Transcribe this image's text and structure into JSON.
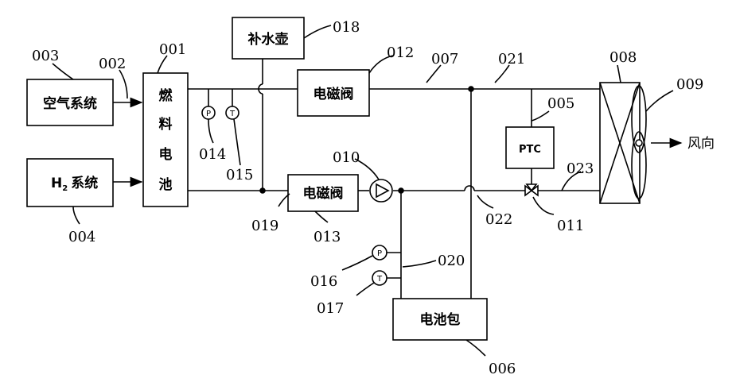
{
  "boxes": {
    "air_system": "空气系统",
    "h2_system_main": "H",
    "h2_system_sub": "2",
    "h2_system_tail": "系统",
    "fuel_cell": [
      "燃",
      "料",
      "电",
      "池"
    ],
    "water_pot": "补水壶",
    "solenoid_valve_012": "电磁阀",
    "solenoid_valve_013": "电磁阀",
    "ptc": "PTC",
    "battery_pack": "电池包"
  },
  "sensors": {
    "pressure": "P",
    "temperature": "T"
  },
  "wind_label": "风向",
  "ref_numbers": {
    "n001": "001",
    "n002": "002",
    "n003": "003",
    "n004": "004",
    "n005": "005",
    "n006": "006",
    "n007": "007",
    "n008": "008",
    "n009": "009",
    "n010": "010",
    "n011": "011",
    "n012": "012",
    "n013": "013",
    "n014": "014",
    "n015": "015",
    "n016": "016",
    "n017": "017",
    "n018": "018",
    "n019": "019",
    "n020": "020",
    "n021": "021",
    "n022": "022",
    "n023": "023"
  }
}
